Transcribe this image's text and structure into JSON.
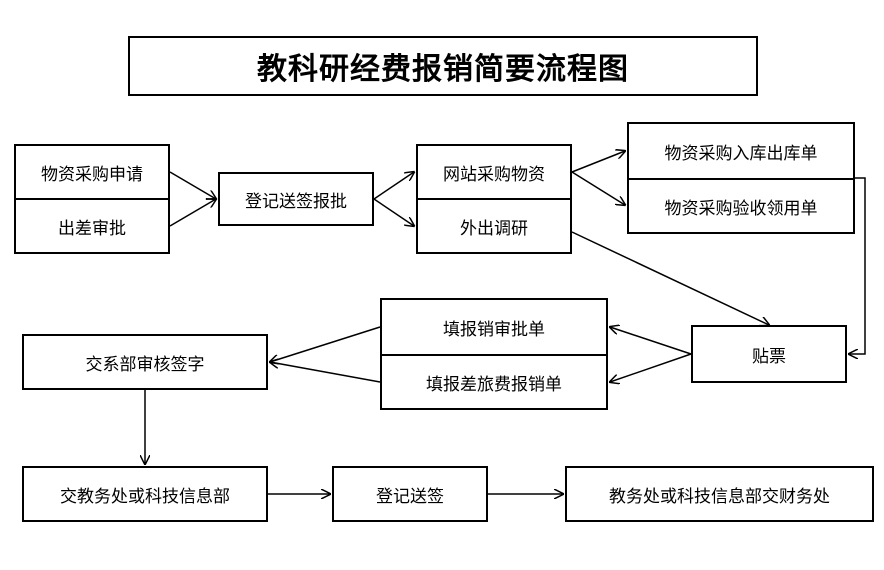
{
  "title": "教科研经费报销简要流程图",
  "nodes": {
    "purchase_apply": "物资采购申请",
    "trip_approve": "出差审批",
    "register_sign": "登记送签报批",
    "web_purchase": "网站采购物资",
    "outside_research": "外出调研",
    "stock_in_out": "物资采购入库出库单",
    "acceptance": "物资采购验收领用单",
    "fill_approval": "填报销审批单",
    "fill_travel": "填报差旅费报销单",
    "paste_invoice": "贴票",
    "dept_review": "交系部审核签字",
    "to_office": "交教务处或科技信息部",
    "register_send": "登记送签",
    "to_finance": "教务处或科技信息部交财务处"
  }
}
